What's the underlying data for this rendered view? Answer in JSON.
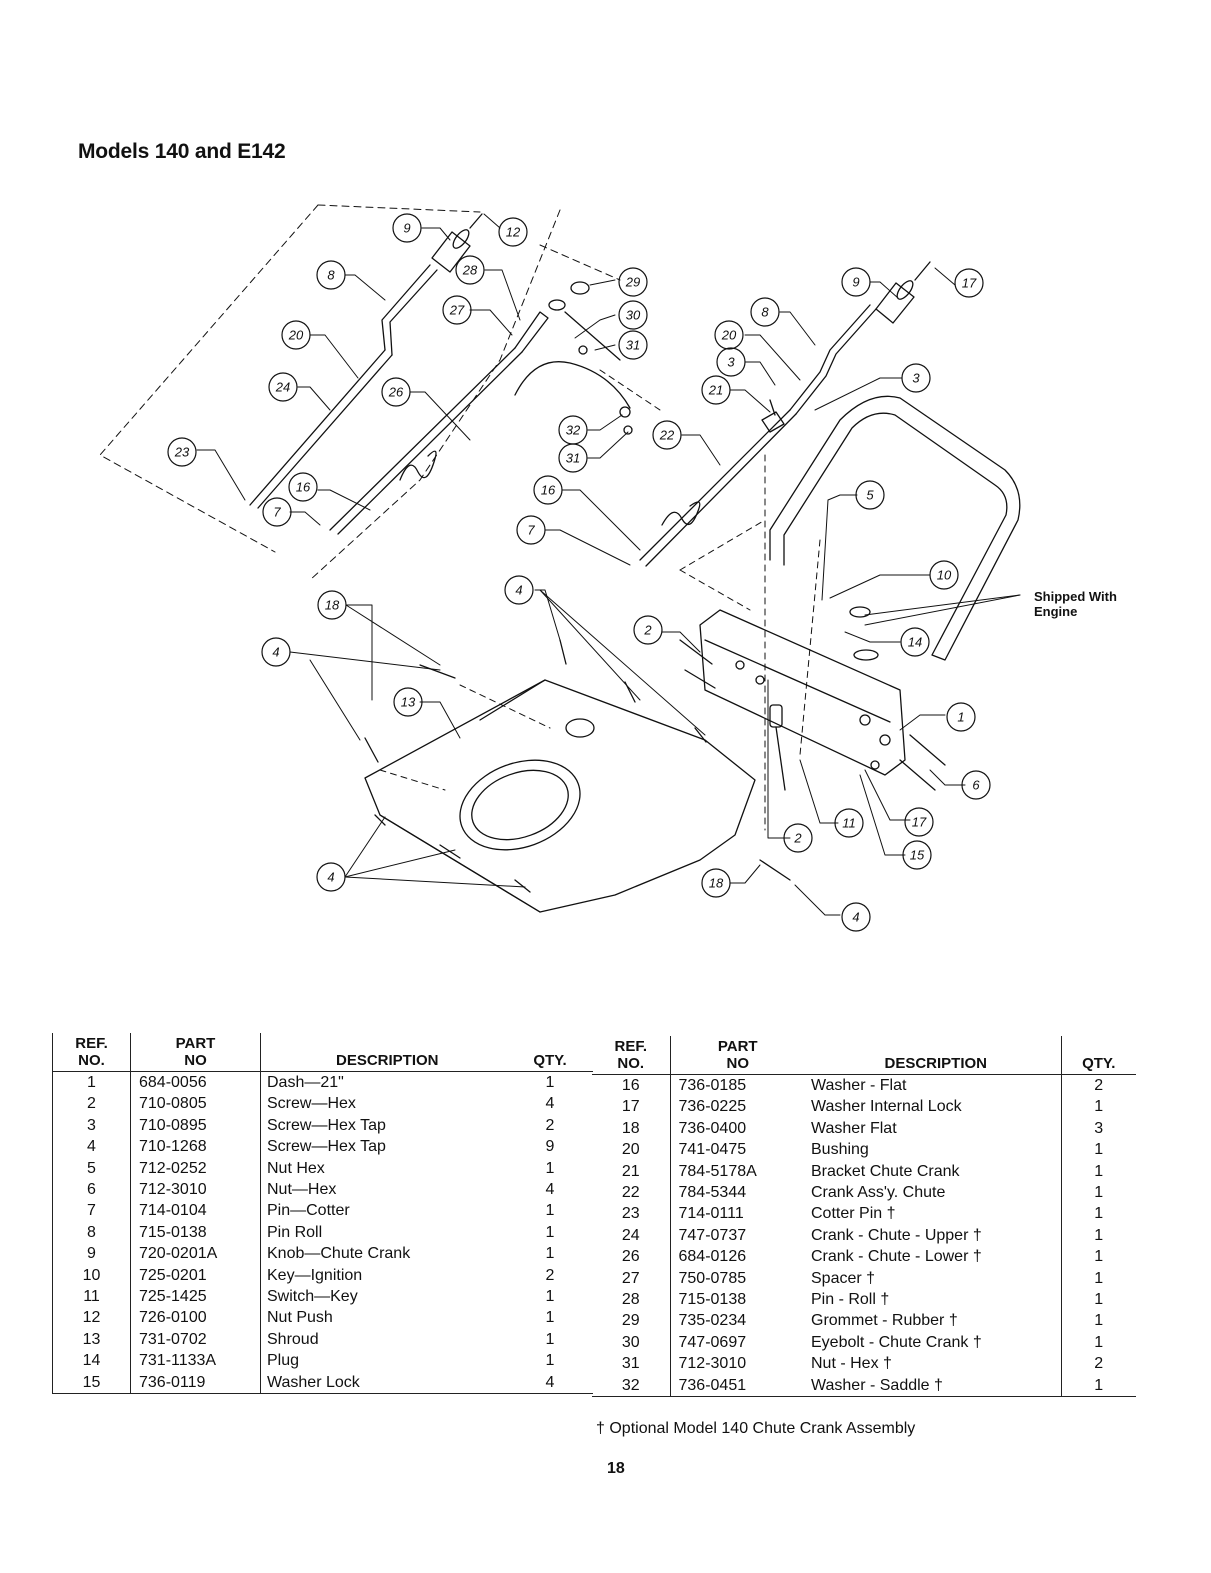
{
  "page": {
    "title": "Models 140 and E142",
    "page_number": "18",
    "footnote": "† Optional Model 140 Chute Crank Assembly"
  },
  "diagram": {
    "note": "Shipped With Engine",
    "callouts": [
      "9",
      "12",
      "8",
      "28",
      "29",
      "27",
      "30",
      "20",
      "31",
      "24",
      "26",
      "23",
      "16",
      "7",
      "32",
      "31",
      "22",
      "16",
      "7",
      "9",
      "17",
      "8",
      "20",
      "3",
      "21",
      "3",
      "5",
      "10",
      "14",
      "1",
      "4",
      "2",
      "18",
      "4",
      "13",
      "4",
      "2",
      "11",
      "17",
      "15",
      "6",
      "18",
      "4"
    ]
  },
  "table": {
    "headers": {
      "ref": [
        "REF.",
        "NO."
      ],
      "part": [
        "PART",
        "NO"
      ],
      "desc": "DESCRIPTION",
      "qty": "QTY."
    },
    "left_rows": [
      {
        "ref": "1",
        "part": "684-0056",
        "desc": "Dash—21\"",
        "qty": "1"
      },
      {
        "ref": "2",
        "part": "710-0805",
        "desc": "Screw—Hex",
        "qty": "4"
      },
      {
        "ref": "3",
        "part": "710-0895",
        "desc": "Screw—Hex Tap",
        "qty": "2"
      },
      {
        "ref": "4",
        "part": "710-1268",
        "desc": "Screw—Hex Tap",
        "qty": "9"
      },
      {
        "ref": "5",
        "part": "712-0252",
        "desc": "Nut Hex",
        "qty": "1"
      },
      {
        "ref": "6",
        "part": "712-3010",
        "desc": "Nut—Hex",
        "qty": "4"
      },
      {
        "ref": "7",
        "part": "714-0104",
        "desc": "Pin—Cotter",
        "qty": "1"
      },
      {
        "ref": "8",
        "part": "715-0138",
        "desc": "Pin Roll",
        "qty": "1"
      },
      {
        "ref": "9",
        "part": "720-0201A",
        "desc": "Knob—Chute Crank",
        "qty": "1"
      },
      {
        "ref": "10",
        "part": "725-0201",
        "desc": "Key—Ignition",
        "qty": "2"
      },
      {
        "ref": "11",
        "part": "725-1425",
        "desc": "Switch—Key",
        "qty": "1"
      },
      {
        "ref": "12",
        "part": "726-0100",
        "desc": "Nut Push",
        "qty": "1"
      },
      {
        "ref": "13",
        "part": "731-0702",
        "desc": "Shroud",
        "qty": "1"
      },
      {
        "ref": "14",
        "part": "731-1133A",
        "desc": "Plug",
        "qty": "1"
      },
      {
        "ref": "15",
        "part": "736-0119",
        "desc": "Washer Lock",
        "qty": "4"
      }
    ],
    "right_rows": [
      {
        "ref": "16",
        "part": "736-0185",
        "desc": "Washer - Flat",
        "qty": "2"
      },
      {
        "ref": "17",
        "part": "736-0225",
        "desc": "Washer Internal Lock",
        "qty": "1"
      },
      {
        "ref": "18",
        "part": "736-0400",
        "desc": "Washer Flat",
        "qty": "3"
      },
      {
        "ref": "20",
        "part": "741-0475",
        "desc": "Bushing",
        "qty": "1"
      },
      {
        "ref": "21",
        "part": "784-5178A",
        "desc": "Bracket Chute Crank",
        "qty": "1"
      },
      {
        "ref": "22",
        "part": "784-5344",
        "desc": "Crank Ass'y. Chute",
        "qty": "1"
      },
      {
        "ref": "23",
        "part": "714-0111",
        "desc": "Cotter Pin †",
        "qty": "1"
      },
      {
        "ref": "24",
        "part": "747-0737",
        "desc": "Crank - Chute - Upper †",
        "qty": "1"
      },
      {
        "ref": "26",
        "part": "684-0126",
        "desc": "Crank - Chute - Lower †",
        "qty": "1"
      },
      {
        "ref": "27",
        "part": "750-0785",
        "desc": "Spacer †",
        "qty": "1"
      },
      {
        "ref": "28",
        "part": "715-0138",
        "desc": "Pin - Roll †",
        "qty": "1"
      },
      {
        "ref": "29",
        "part": "735-0234",
        "desc": "Grommet - Rubber †",
        "qty": "1"
      },
      {
        "ref": "30",
        "part": "747-0697",
        "desc": "Eyebolt - Chute Crank †",
        "qty": "1"
      },
      {
        "ref": "31",
        "part": "712-3010",
        "desc": "Nut - Hex †",
        "qty": "2"
      },
      {
        "ref": "32",
        "part": "736-0451",
        "desc": "Washer - Saddle †",
        "qty": "1"
      }
    ]
  }
}
